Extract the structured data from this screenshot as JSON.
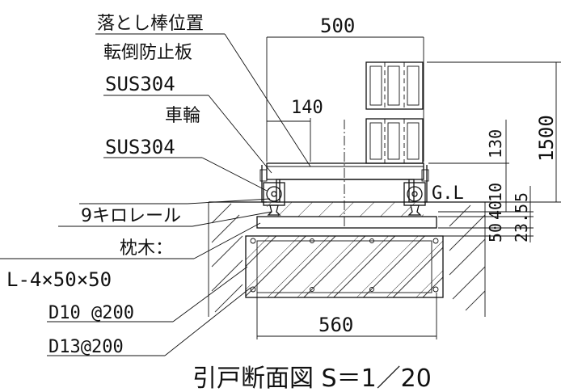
{
  "labels": {
    "drop_rod": "落とし棒位置",
    "anti_fall": "転倒防止板",
    "sus1": "SUS304",
    "wheel": "車輪",
    "sus2": "SUS304",
    "rail": "9キロレール",
    "sleeper": "枕木：",
    "angle": "L-4×50×50",
    "rebar1": "D10 @200",
    "rebar2": "D13@200",
    "gl": "G.L"
  },
  "dimensions": {
    "top_width": "500",
    "offset": "140",
    "height": "1500",
    "d130": "130",
    "d5": "5",
    "d10": "10",
    "d40": "40",
    "d50": "50",
    "d235": "23.5",
    "bottom_width": "560"
  },
  "title": "引戸断面図 S＝1／20"
}
